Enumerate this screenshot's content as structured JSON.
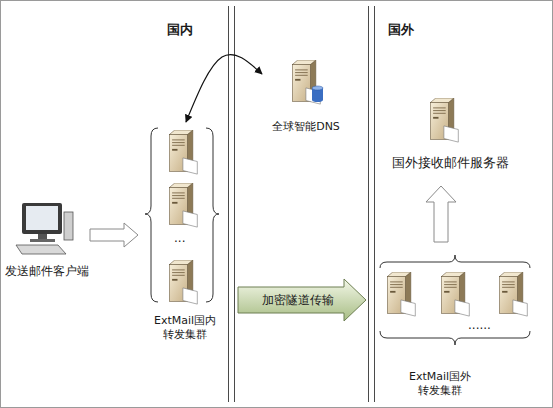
{
  "diagram": {
    "nodes": [
      {
        "text": [
          "发送邮件客户端"
        ]
      },
      {
        "text": [
          "全球智能DNS"
        ]
      },
      {
        "text": [
          "ExtMail国内 转发集群"
        ]
      },
      {
        "text": [
          "国外接收邮件服务器"
        ]
      },
      {
        "text": [
          "ExtMail国外 转发集群"
        ]
      }
    ],
    "edges": [
      {
        "from": 0,
        "to": 2,
        "arrow": "to"
      },
      {
        "from": 1,
        "to": 2,
        "arrow": "both"
      },
      {
        "from": 2,
        "to": 4,
        "label": "加密隧道传输",
        "arrow": "to"
      },
      {
        "from": 4,
        "to": 3,
        "arrow": "to"
      }
    ],
    "labels": [
      "国内",
      "国外",
      "...",
      "......"
    ]
  }
}
